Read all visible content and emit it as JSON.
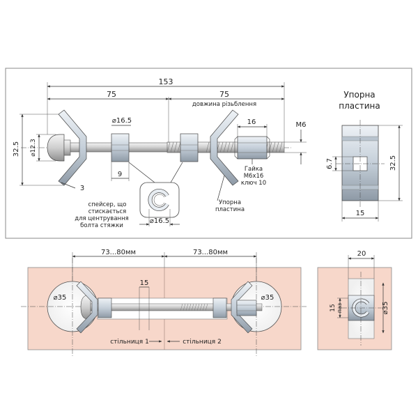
{
  "top": {
    "dim_total": "153",
    "dim_left": "75",
    "dim_right": "75",
    "thread_length_label": "довжина різьблення",
    "spacer_diameter": "⌀16.5",
    "head_diameter": "⌀12.3",
    "height": "32.5",
    "spacer_width": "9",
    "plate_thickness": "3",
    "nut_length": "16",
    "thread_size": "M6",
    "nut_label": [
      "Гайка",
      "M6x16",
      "ключ 10"
    ],
    "spacer_note": [
      "спейсер, що",
      "стискається",
      "для центрування",
      "болта стяжки"
    ],
    "spacer_detail_diameter": "⌀16.5",
    "plate_label": [
      "Упорна",
      "пластина"
    ]
  },
  "plate_view": {
    "title": [
      "Упорна",
      "пластина"
    ],
    "hole": "6.7",
    "height": "32.5",
    "width": "15"
  },
  "bottom": {
    "left_dim": "73...80мм",
    "right_dim": "73...80мм",
    "left_hole": "⌀35",
    "right_hole": "⌀35",
    "slot_width": "15",
    "left_top_label": "стільниця 1",
    "right_top_label": "стільниця 2"
  },
  "side_view": {
    "width": "20",
    "slot": "15",
    "slot_label": "паз",
    "hole": "⌀35"
  },
  "colors": {
    "panel_fill": "#f7d7ca",
    "steel": "#d4dde6",
    "steel_dark": "#9aa6b2",
    "frame": "#8a8a8a"
  }
}
